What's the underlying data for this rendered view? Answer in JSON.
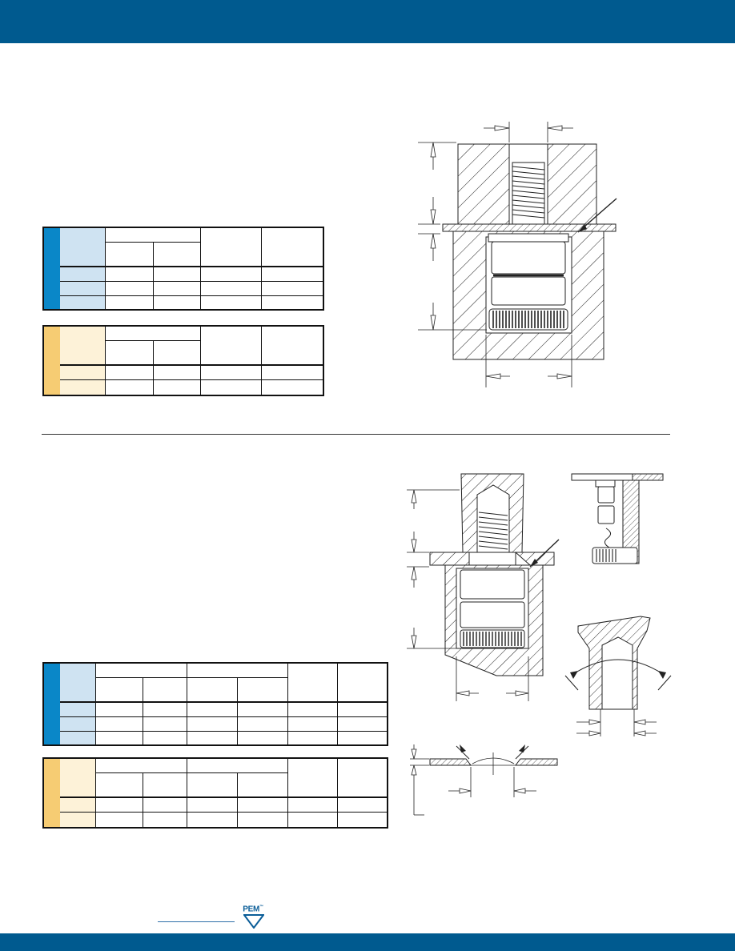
{
  "colors": {
    "band": "#005a8f",
    "unified_tab": "#0a87c8",
    "unified_sub": "#cfe3f2",
    "metric_tab": "#f6cc73",
    "metric_sub": "#fdf2d8"
  },
  "logo": {
    "text": "PEM",
    "mark": "™"
  },
  "tables": [
    {
      "id": "upper-unified",
      "rows": 3
    },
    {
      "id": "upper-metric",
      "rows": 2
    },
    {
      "id": "lower-unified",
      "rows": 3
    },
    {
      "id": "lower-metric",
      "rows": 2
    }
  ]
}
